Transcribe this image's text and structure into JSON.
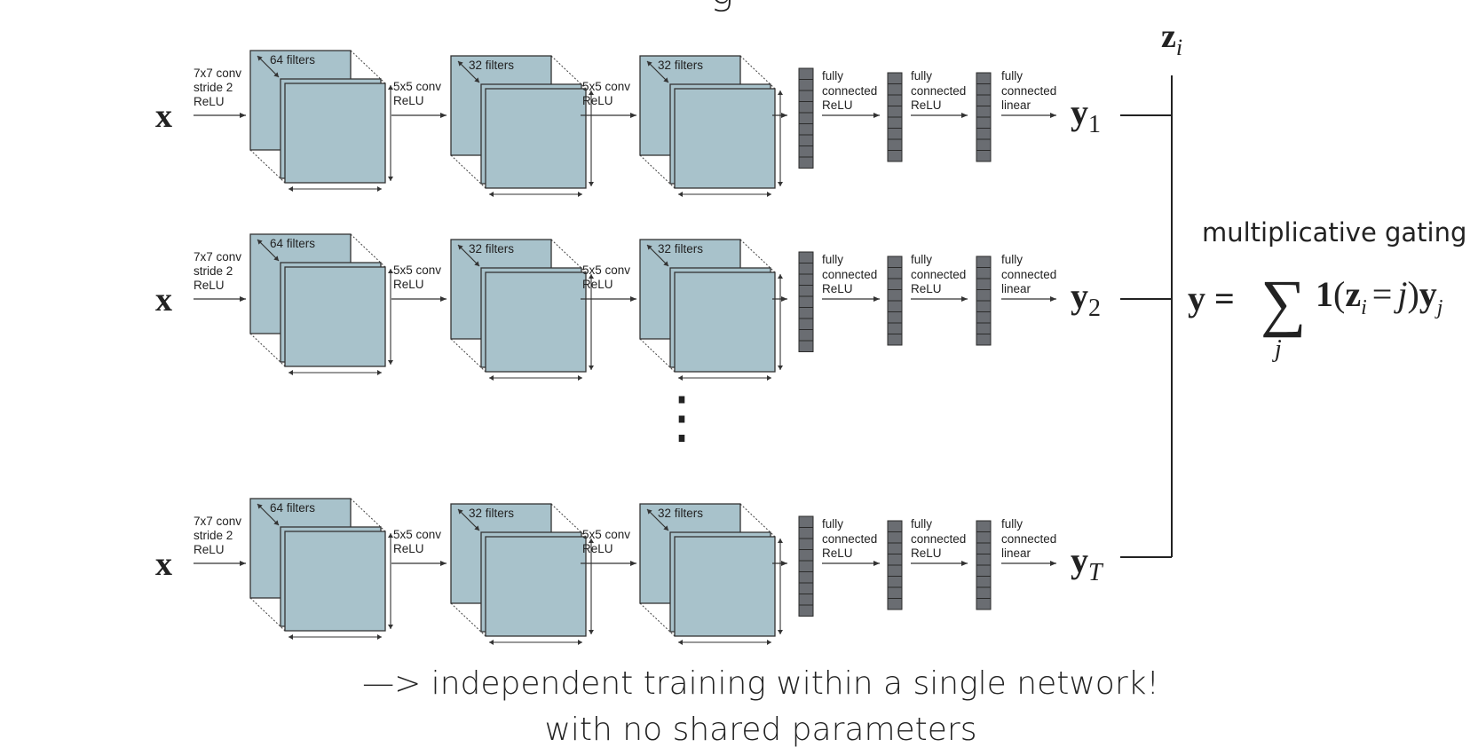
{
  "title_fragment": "g",
  "rows": [
    {
      "input": "x",
      "output": "y",
      "output_sub": "1"
    },
    {
      "input": "x",
      "output": "y",
      "output_sub": "2"
    },
    {
      "input": "x",
      "output": "y",
      "output_sub": "T"
    }
  ],
  "conv1": {
    "line1": "7x7 conv",
    "line2": "stride 2",
    "line3": "ReLU",
    "filters": "64 filters"
  },
  "conv2": {
    "line1": "5x5 conv",
    "line2": "ReLU",
    "filters": "32 filters"
  },
  "conv3": {
    "line1": "5x5 conv",
    "line2": "ReLU",
    "filters": "32 filters"
  },
  "fc1": {
    "line1": "fully",
    "line2": "connected",
    "line3": "ReLU"
  },
  "fc2": {
    "line1": "fully",
    "line2": "connected",
    "line3": "ReLU"
  },
  "fc3": {
    "line1": "fully",
    "line2": "connected",
    "line3": "linear"
  },
  "gating": {
    "z": "z",
    "z_sub": "i",
    "label": "multiplicative gating",
    "eq_lhs": "y =",
    "eq_sum": "∑",
    "eq_sum_sub": "j",
    "eq_one": "1",
    "eq_paren_open": "(",
    "eq_z": "z",
    "eq_z_sub": "i",
    "eq_eq": "=",
    "eq_j": "j",
    "eq_paren_close": ")",
    "eq_y": "y",
    "eq_y_sub": "j"
  },
  "ellipsis": "⋮",
  "caption": {
    "line1": "—> independent training within a single network!",
    "line2": "with no shared parameters"
  },
  "colors": {
    "feature_map": "#a8c2cb",
    "fc_block": "#6a6d72",
    "stroke": "#333333"
  }
}
